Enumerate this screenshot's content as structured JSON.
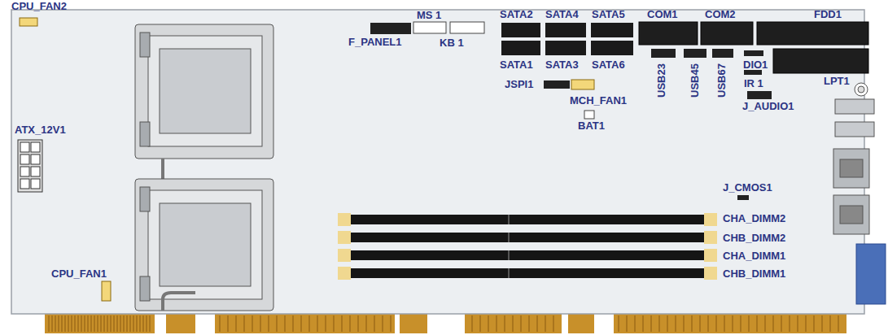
{
  "diagram": {
    "labels": [
      "CPU_FAN2",
      "MS 1",
      "SATA2",
      "SATA4",
      "SATA5",
      "COM1",
      "COM2",
      "FDD1",
      "F_PANEL1",
      "KB 1",
      "SATA1",
      "SATA3",
      "SATA6",
      "USB23",
      "USB45",
      "USB67",
      "DIO1",
      "LPT1",
      "JSPI1",
      "IR 1",
      "MCH_FAN1",
      "J_AUDIO1",
      "BAT1",
      "ATX_12V1",
      "J_CMOS1",
      "CHA_DIMM2",
      "CHB_DIMM2",
      "CHA_DIMM1",
      "CHB_DIMM1",
      "CPU_FAN1"
    ]
  }
}
